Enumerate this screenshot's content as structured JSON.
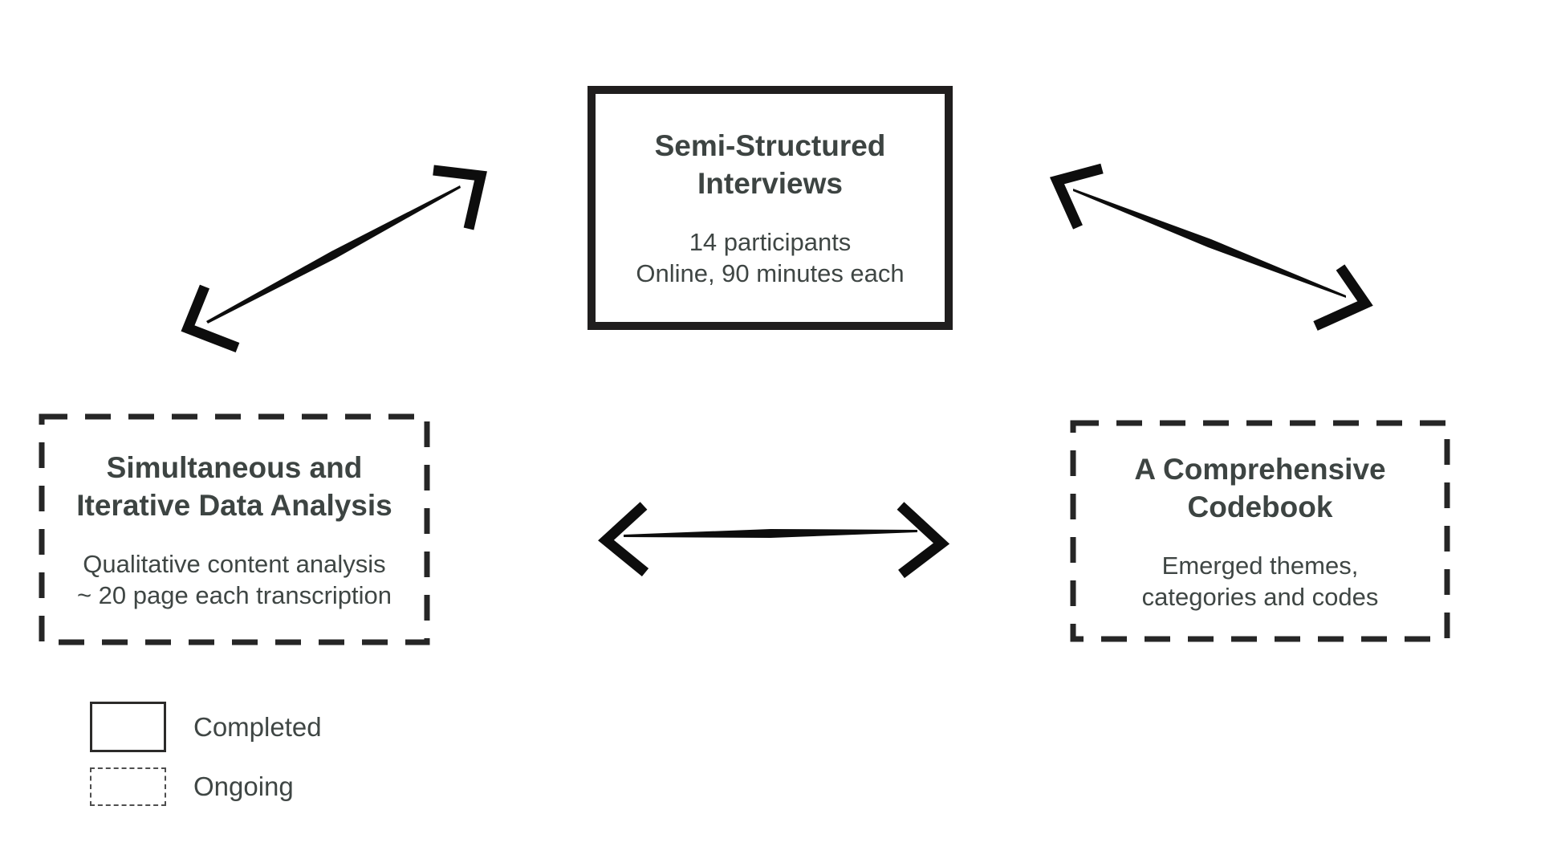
{
  "page": {
    "background": "#ffffff"
  },
  "nodes": {
    "interviews": {
      "title_line1": "Semi-Structured",
      "title_line2": "Interviews",
      "detail_line1": "14 participants",
      "detail_line2": "Online, 90 minutes each",
      "status": "completed"
    },
    "analysis": {
      "title_line1": "Simultaneous and",
      "title_line2": "Iterative Data Analysis",
      "detail_line1": "Qualitative content analysis",
      "detail_line2": "~ 20 page each transcription",
      "status": "ongoing"
    },
    "codebook": {
      "title_line1": "A Comprehensive",
      "title_line2": "Codebook",
      "detail_line1": "Emerged themes,",
      "detail_line2": "categories and codes",
      "status": "ongoing"
    }
  },
  "arrows": [
    {
      "name": "arrow-analysis-interviews",
      "type": "double-headed"
    },
    {
      "name": "arrow-interviews-codebook",
      "type": "double-headed"
    },
    {
      "name": "arrow-analysis-codebook",
      "type": "double-headed"
    }
  ],
  "legend": {
    "completed": "Completed",
    "ongoing": "Ongoing"
  },
  "colors": {
    "text": "#3d4442",
    "box_border": "#201e1e",
    "dashed_box_border": "#262626",
    "legend_dashed_border": "#4e4e4e",
    "arrow": "#0d0d0d",
    "background": "#ffffff"
  }
}
